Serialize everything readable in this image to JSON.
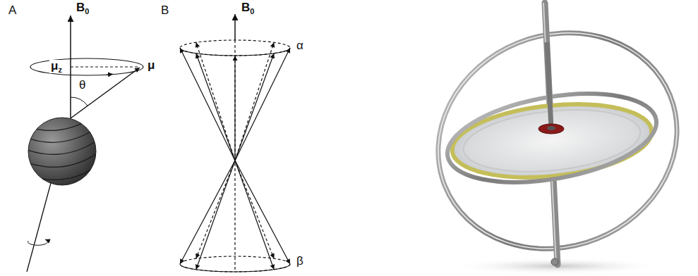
{
  "diagram": {
    "labels": [
      "A",
      "B0",
      "μz",
      "μ",
      "θ",
      "B",
      "B0",
      "α",
      "β"
    ]
  }
}
